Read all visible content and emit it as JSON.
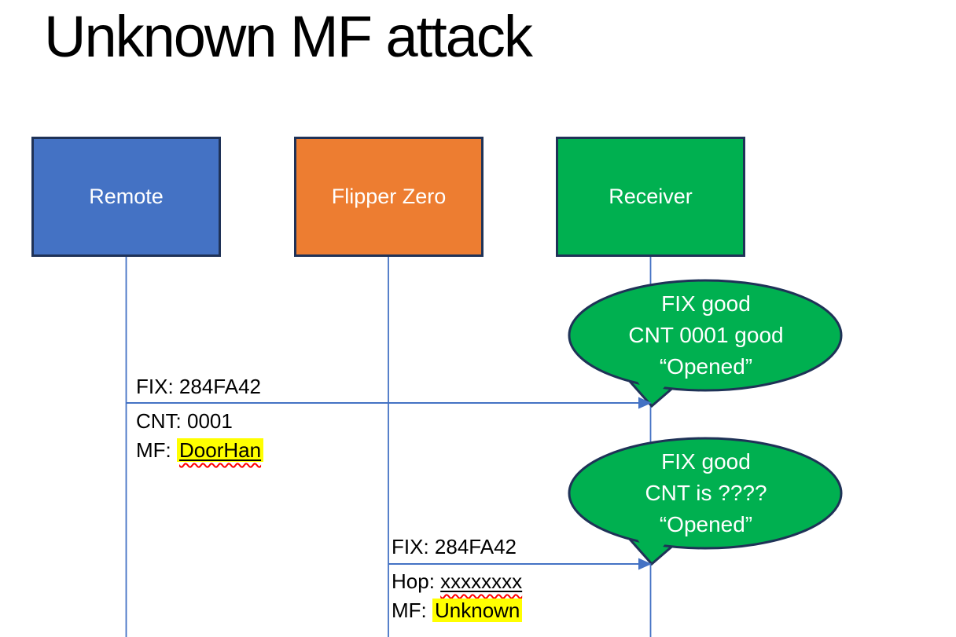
{
  "title": "Unknown MF attack",
  "actors": [
    {
      "label": "Remote",
      "fill": "#4472C4"
    },
    {
      "label": "Flipper Zero",
      "fill": "#ED7D31"
    },
    {
      "label": "Receiver",
      "fill": "#00B050"
    }
  ],
  "messages": [
    {
      "above_label": "FIX: 284FA42",
      "below_line1": "CNT: 0001",
      "below_line2_prefix": "MF: ",
      "below_line2_value": "DoorHan"
    },
    {
      "above_label": "FIX: 284FA42",
      "below_line1_prefix": "Hop: ",
      "below_line1_value": "xxxxxxxx",
      "below_line2_prefix": "MF: ",
      "below_line2_value": "Unknown"
    }
  ],
  "bubbles": [
    {
      "line1": "FIX good",
      "line2": "CNT 0001 good",
      "line3": "“Opened”"
    },
    {
      "line1": "FIX good",
      "line2": "CNT is ????",
      "line3": "“Opened”"
    }
  ],
  "colors": {
    "shape_border": "#1F3257",
    "connector": "#4472C4",
    "bubble_fill": "#00B050",
    "bubble_text": "#FFFFFF",
    "highlight": "#FFFF00",
    "squiggle": "#FF0000",
    "title_text": "#000000"
  }
}
